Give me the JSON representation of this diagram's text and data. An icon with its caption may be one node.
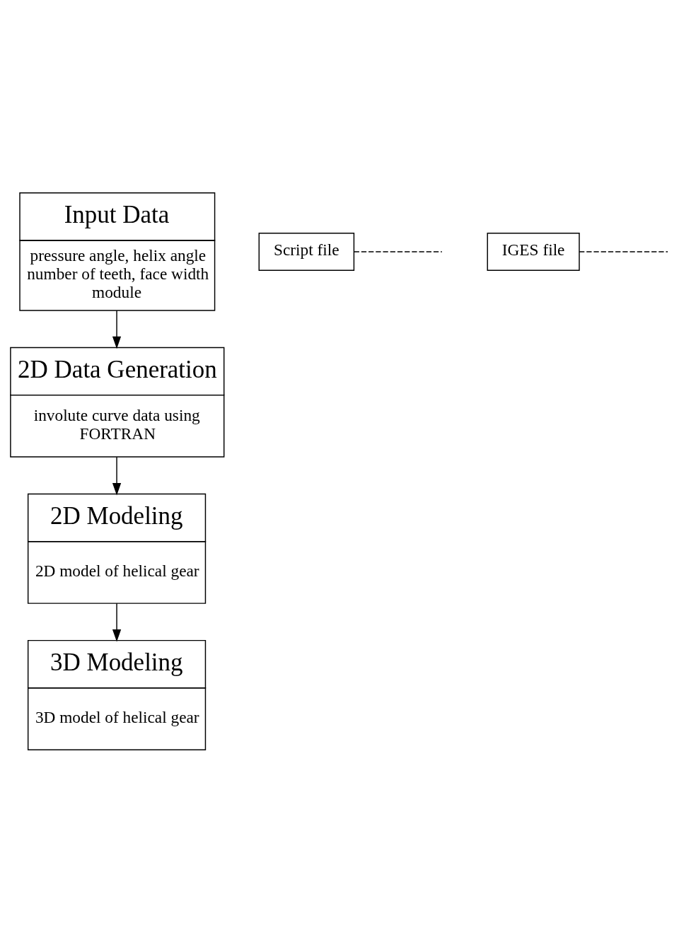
{
  "diagram": {
    "nodes": [
      {
        "text": [
          "Input Data",
          "pressure angle, helix angle number of teeth, face width module"
        ]
      },
      {
        "text": [
          "2D Data Generation",
          "involute curve data using FORTRAN"
        ]
      },
      {
        "text": [
          "2D Modeling",
          "2D model of helical gear"
        ]
      },
      {
        "text": [
          "3D Modeling",
          "3D model of helical gear"
        ]
      },
      {
        "text": [
          "Script file"
        ]
      },
      {
        "text": [
          "IGES file"
        ]
      }
    ],
    "edges": [
      {
        "from": 0,
        "to": 1,
        "arrow": "to"
      },
      {
        "from": 1,
        "to": 2,
        "arrow": "to"
      },
      {
        "from": 2,
        "to": 3,
        "arrow": "to"
      },
      {
        "from": 4,
        "to": null,
        "arrow": "none",
        "style": "dashed"
      },
      {
        "from": 5,
        "to": null,
        "arrow": "none",
        "style": "dashed"
      }
    ]
  }
}
